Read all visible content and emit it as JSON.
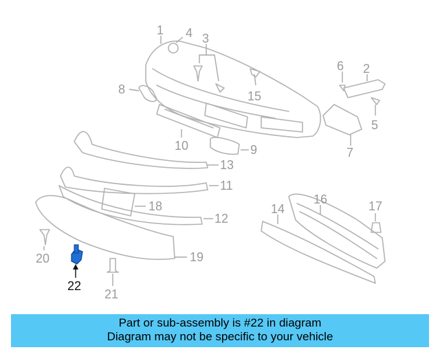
{
  "diagram": {
    "highlight_color": "#1f6fd6",
    "callouts": [
      {
        "id": "1",
        "label": "1"
      },
      {
        "id": "2",
        "label": "2"
      },
      {
        "id": "3",
        "label": "3"
      },
      {
        "id": "4",
        "label": "4"
      },
      {
        "id": "5",
        "label": "5"
      },
      {
        "id": "6",
        "label": "6"
      },
      {
        "id": "7",
        "label": "7"
      },
      {
        "id": "8",
        "label": "8"
      },
      {
        "id": "9",
        "label": "9"
      },
      {
        "id": "10",
        "label": "10"
      },
      {
        "id": "11",
        "label": "11"
      },
      {
        "id": "12",
        "label": "12"
      },
      {
        "id": "13",
        "label": "13"
      },
      {
        "id": "14",
        "label": "14"
      },
      {
        "id": "15",
        "label": "15"
      },
      {
        "id": "16",
        "label": "16"
      },
      {
        "id": "17",
        "label": "17"
      },
      {
        "id": "18",
        "label": "18"
      },
      {
        "id": "19",
        "label": "19"
      },
      {
        "id": "20",
        "label": "20"
      },
      {
        "id": "21",
        "label": "21"
      },
      {
        "id": "22",
        "label": "22",
        "highlighted": true
      }
    ]
  },
  "banner": {
    "line1": "Part or sub-assembly is #22 in diagram",
    "line2": "Diagram may not be specific to your vehicle",
    "background": "#56c8f5"
  }
}
